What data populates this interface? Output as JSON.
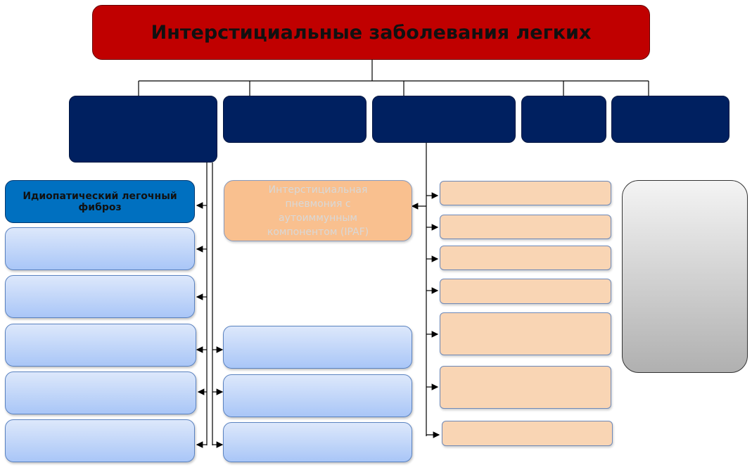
{
  "title": "Интерстициальные заболевания легких",
  "left_column": {
    "ipf": "Идиопатический легочный фиброз"
  },
  "middle_column": {
    "ipaf": "Интерстициальная пневмония с аутоиммунным компонентом (IPAF)"
  },
  "colors": {
    "title": "#c00000",
    "category": "#002060",
    "ipf": "#0070c0",
    "peach": "#f9d5b4"
  }
}
